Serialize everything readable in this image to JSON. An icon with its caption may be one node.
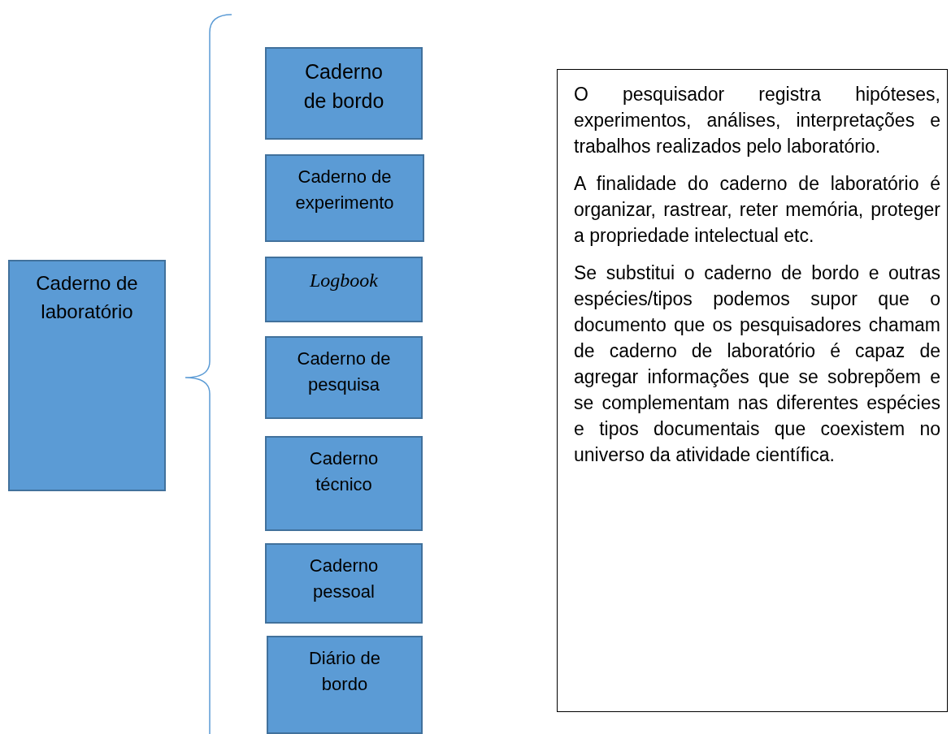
{
  "diagram": {
    "nodes": [
      {
        "text": [
          "Caderno de laboratório"
        ]
      },
      {
        "text": [
          "Caderno de bordo"
        ]
      },
      {
        "text": [
          "Caderno de experimento"
        ]
      },
      {
        "text": [
          "Logbook"
        ]
      },
      {
        "text": [
          "Caderno de pesquisa"
        ]
      },
      {
        "text": [
          "Caderno técnico"
        ]
      },
      {
        "text": [
          "Caderno pessoal"
        ]
      },
      {
        "text": [
          "Diário de bordo"
        ]
      },
      {
        "text": [
          "O pesquisador registra hipóteses, experimentos, análises, interpretações e trabalhos realizados pelo laboratório.",
          "A finalidade do caderno de laboratório é organizar, rastrear, reter memória, proteger a propriedade intelectual etc.",
          "Se substitui o caderno de bordo e outras espécies/tipos podemos supor que o documento que os pesquisadores chamam de caderno de laboratório é capaz de agregar informações que se sobrepõem e se complementam nas diferentes espécies e tipos documentais que coexistem no universo da atividade científica."
        ]
      }
    ]
  }
}
